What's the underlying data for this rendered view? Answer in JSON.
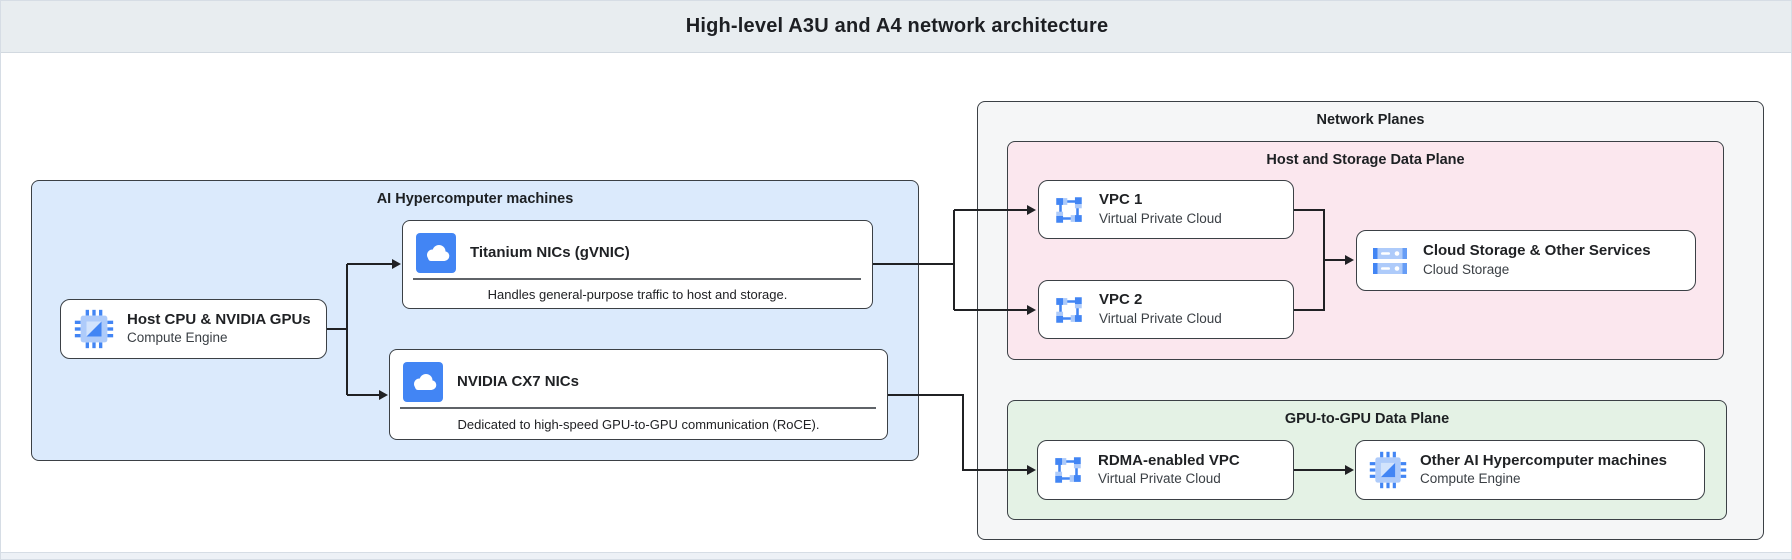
{
  "header": {
    "title": "High-level A3U and A4 network architecture"
  },
  "groups": {
    "ai_machines": {
      "label": "AI Hypercomputer machines"
    },
    "network_planes": {
      "label": "Network Planes"
    },
    "host_storage_plane": {
      "label": "Host and Storage Data Plane"
    },
    "gpu_plane": {
      "label": "GPU-to-GPU Data Plane"
    }
  },
  "nodes": {
    "host_cpu": {
      "title": "Host CPU & NVIDIA GPUs",
      "subtitle": "Compute Engine",
      "icon": "compute-engine-icon"
    },
    "titanium_nics": {
      "title": "Titanium NICs (gVNIC)",
      "description": "Handles general-purpose traffic to host and storage.",
      "icon": "cloud-icon"
    },
    "nvidia_cx7_nics": {
      "title": "NVIDIA CX7 NICs",
      "description": "Dedicated to high-speed GPU-to-GPU communication (RoCE).",
      "icon": "cloud-icon"
    },
    "vpc1": {
      "title": "VPC 1",
      "subtitle": "Virtual Private Cloud",
      "icon": "vpc-icon"
    },
    "vpc2": {
      "title": "VPC 2",
      "subtitle": "Virtual Private Cloud",
      "icon": "vpc-icon"
    },
    "cloud_storage": {
      "title": "Cloud Storage & Other Services",
      "subtitle": "Cloud Storage",
      "icon": "cloud-storage-icon"
    },
    "rdma_vpc": {
      "title": "RDMA-enabled VPC",
      "subtitle": "Virtual Private Cloud",
      "icon": "vpc-icon"
    },
    "other_machines": {
      "title": "Other AI Hypercomputer machines",
      "subtitle": "Compute Engine",
      "icon": "compute-engine-icon"
    }
  },
  "colors": {
    "accent_blue": "#4285f4",
    "icon_light_blue": "#aecbfa",
    "ai_box_fill": "#dbeafc",
    "host_storage_fill": "#fbe7ee",
    "gpu_plane_fill": "#e4f2e5",
    "network_planes_fill": "#f5f6f7",
    "header_fill": "#e8edf0",
    "box_border": "#3b4045",
    "connector": "#202124"
  }
}
